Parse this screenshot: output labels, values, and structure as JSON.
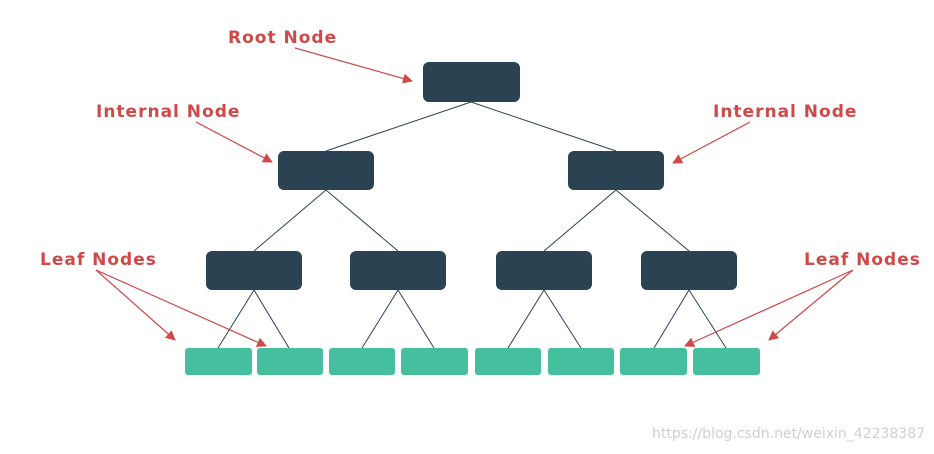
{
  "colors": {
    "internal_node": "#2b4252",
    "leaf_node": "#45bf9d",
    "edge": "#2b4252",
    "annotation": "#d04848",
    "watermark": "#cfcfcf"
  },
  "labels": {
    "root": "Root Node",
    "internal_left": "Internal Node",
    "internal_right": "Internal Node",
    "leaf_left": "Leaf Nodes",
    "leaf_right": "Leaf Nodes"
  },
  "watermark": "https://blog.csdn.net/weixin_42238387"
}
